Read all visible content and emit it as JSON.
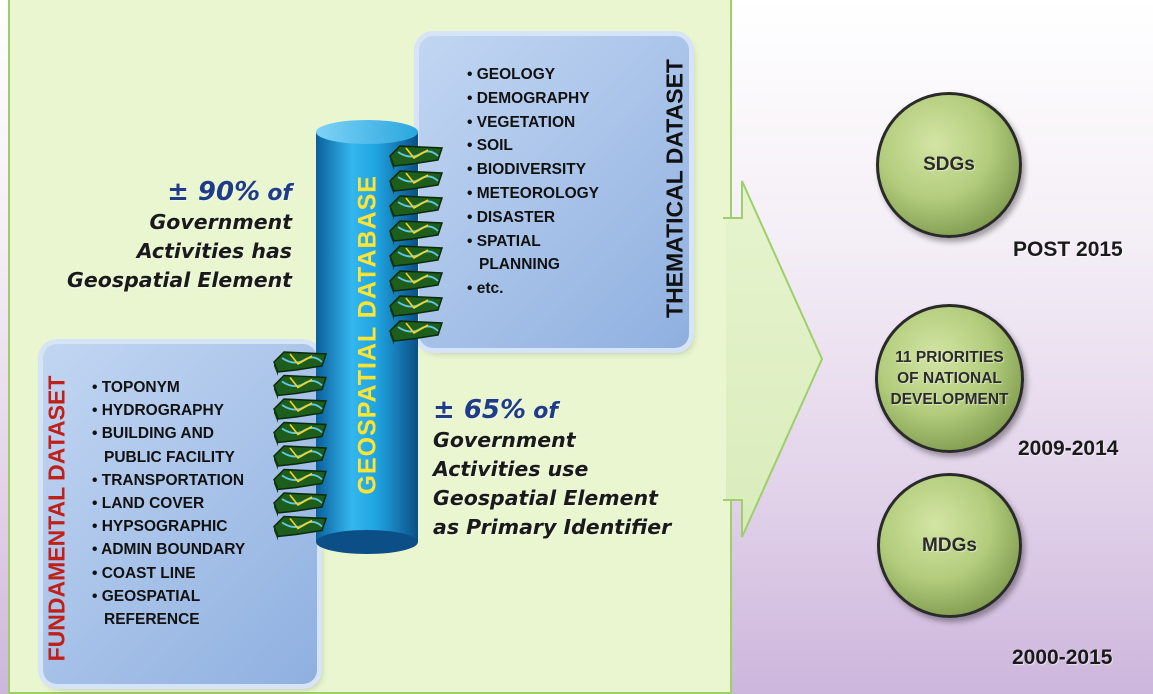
{
  "thematic": {
    "label": "THEMATICAL DATASET",
    "items": [
      "GEOLOGY",
      "DEMOGRAPHY",
      "VEGETATION",
      "SOIL",
      "BIODIVERSITY",
      "METEOROLOGY",
      "DISASTER",
      "SPATIAL\nPLANNING",
      "etc."
    ]
  },
  "fundamental": {
    "label": "FUNDAMENTAL DATASET",
    "items": [
      "TOPONYM",
      "HYDROGRAPHY",
      "BUILDING AND\nPUBLIC FACILITY",
      "TRANSPORTATION",
      "LAND COVER",
      "HYPSOGRAPHIC",
      "ADMIN BOUNDARY",
      "COAST LINE",
      "GEOSPATIAL\nREFERENCE"
    ]
  },
  "database": {
    "label": "GEOSPATIAL DATABASE"
  },
  "statement_90": {
    "percent": "± 90%",
    "suffix": "of",
    "lines": [
      "Government",
      "Activities has",
      "Geospatial Element"
    ]
  },
  "statement_65": {
    "percent": "± 65%",
    "suffix": "of",
    "lines": [
      "Government",
      "Activities use",
      "Geospatial Element",
      "as Primary Identifier"
    ]
  },
  "goals": [
    {
      "name": "SDGs",
      "period": "POST 2015"
    },
    {
      "name": "11 PRIORITIES\nOF NATIONAL\nDEVELOPMENT",
      "period": "2009-2014"
    },
    {
      "name": "MDGs",
      "period": "2000-2015"
    }
  ],
  "colors": {
    "panel": "#e9f6cf",
    "box": "#8fb0e0",
    "cylinder": "#1fa3e0",
    "database_label": "#ffe531",
    "fundamental_label": "#c0201a",
    "percent": "#1f3c88",
    "circle": "#b2cc7c",
    "map_tile": "#1d5e1d"
  }
}
